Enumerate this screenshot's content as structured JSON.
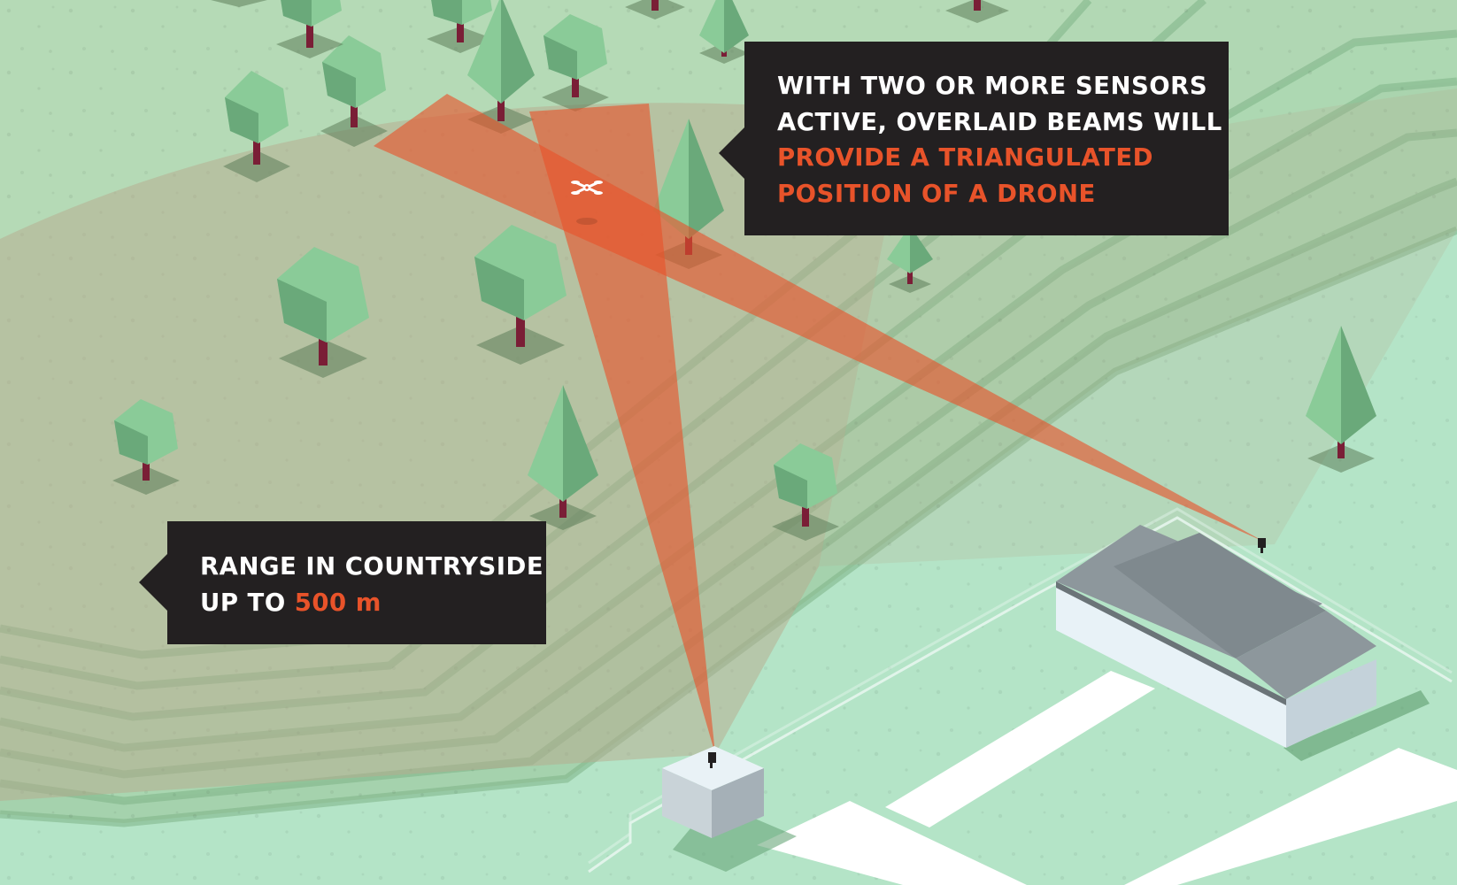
{
  "callouts": {
    "triangulation": {
      "line1": "WITH TWO OR MORE SENSORS",
      "line2": "ACTIVE, OVERLAID BEAMS WILL",
      "line3_accent": "PROVIDE A TRIANGULATED",
      "line4_accent": "POSITION OF A DRONE"
    },
    "range": {
      "line1": "RANGE IN COUNTRYSIDE",
      "line2_prefix": "UP TO ",
      "line2_accent": "500 m"
    }
  },
  "colors": {
    "ground": "#b4e4c7",
    "hill": "#a9cfac",
    "range_area": "#b6b796",
    "beam": "#e8532a",
    "callout_bg": "#232021",
    "accent_text": "#e8532a",
    "tree_foliage": "#7fbf8c",
    "tree_trunk": "#7a1e36",
    "building_roof": "#8d979c",
    "building_wall": "#e8f2f7",
    "path": "#ffffff"
  },
  "icons": {
    "drone": "quadcopter-drone-icon",
    "sensor": "radar-sensor-icon"
  }
}
